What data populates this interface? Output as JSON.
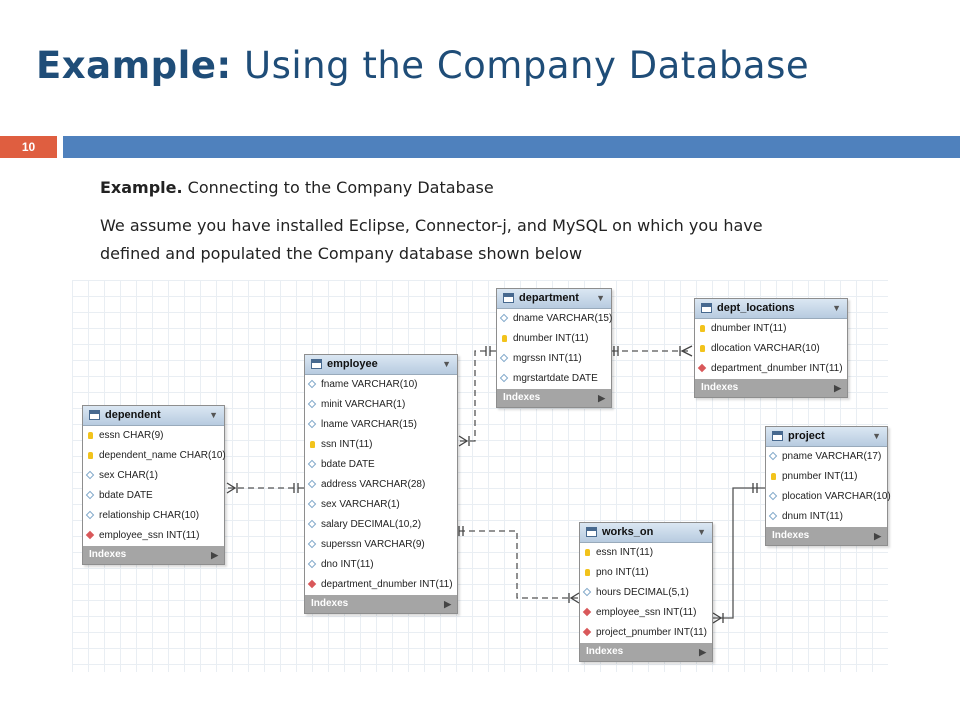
{
  "slide": {
    "title_bold": "Example:",
    "title_rest": " Using the Company Database",
    "number": "10",
    "accent_color": "#df5e40",
    "rule_color": "#4f81bd"
  },
  "body": {
    "line1_bold": "Example.",
    "line1_rest": " Connecting to the Company Database",
    "line2": "We assume you have installed Eclipse, Connector-j, and MySQL on which you have",
    "line3": "defined and populated the Company database shown below"
  },
  "diagram": {
    "footer_label": "Indexes",
    "tables": [
      {
        "name": "department",
        "columns": [
          {
            "text": "dname VARCHAR(15)",
            "icon": "column-icon"
          },
          {
            "text": "dnumber INT(11)",
            "icon": "key-icon"
          },
          {
            "text": "mgrssn INT(11)",
            "icon": "column-icon"
          },
          {
            "text": "mgrstartdate DATE",
            "icon": "column-icon"
          }
        ]
      },
      {
        "name": "dept_locations",
        "columns": [
          {
            "text": "dnumber INT(11)",
            "icon": "key-icon"
          },
          {
            "text": "dlocation VARCHAR(10)",
            "icon": "key-icon"
          },
          {
            "text": "department_dnumber INT(11)",
            "icon": "foreign-key-icon"
          }
        ]
      },
      {
        "name": "employee",
        "columns": [
          {
            "text": "fname VARCHAR(10)",
            "icon": "column-icon"
          },
          {
            "text": "minit VARCHAR(1)",
            "icon": "column-icon"
          },
          {
            "text": "lname VARCHAR(15)",
            "icon": "column-icon"
          },
          {
            "text": "ssn INT(11)",
            "icon": "key-icon"
          },
          {
            "text": "bdate DATE",
            "icon": "column-icon"
          },
          {
            "text": "address VARCHAR(28)",
            "icon": "column-icon"
          },
          {
            "text": "sex VARCHAR(1)",
            "icon": "column-icon"
          },
          {
            "text": "salary DECIMAL(10,2)",
            "icon": "column-icon"
          },
          {
            "text": "superssn VARCHAR(9)",
            "icon": "column-icon"
          },
          {
            "text": "dno INT(11)",
            "icon": "column-icon"
          },
          {
            "text": "department_dnumber INT(11)",
            "icon": "foreign-key-icon"
          }
        ]
      },
      {
        "name": "dependent",
        "columns": [
          {
            "text": "essn CHAR(9)",
            "icon": "key-icon"
          },
          {
            "text": "dependent_name CHAR(10)",
            "icon": "key-icon"
          },
          {
            "text": "sex CHAR(1)",
            "icon": "column-icon"
          },
          {
            "text": "bdate DATE",
            "icon": "column-icon"
          },
          {
            "text": "relationship CHAR(10)",
            "icon": "column-icon"
          },
          {
            "text": "employee_ssn INT(11)",
            "icon": "foreign-key-icon"
          }
        ]
      },
      {
        "name": "project",
        "columns": [
          {
            "text": "pname VARCHAR(17)",
            "icon": "column-icon"
          },
          {
            "text": "pnumber INT(11)",
            "icon": "key-icon"
          },
          {
            "text": "plocation VARCHAR(10)",
            "icon": "column-icon"
          },
          {
            "text": "dnum INT(11)",
            "icon": "column-icon"
          }
        ]
      },
      {
        "name": "works_on",
        "columns": [
          {
            "text": "essn INT(11)",
            "icon": "key-icon"
          },
          {
            "text": "pno INT(11)",
            "icon": "key-icon"
          },
          {
            "text": "hours DECIMAL(5,1)",
            "icon": "column-icon"
          },
          {
            "text": "employee_ssn INT(11)",
            "icon": "foreign-key-icon"
          },
          {
            "text": "project_pnumber INT(11)",
            "icon": "foreign-key-icon"
          }
        ]
      }
    ]
  }
}
